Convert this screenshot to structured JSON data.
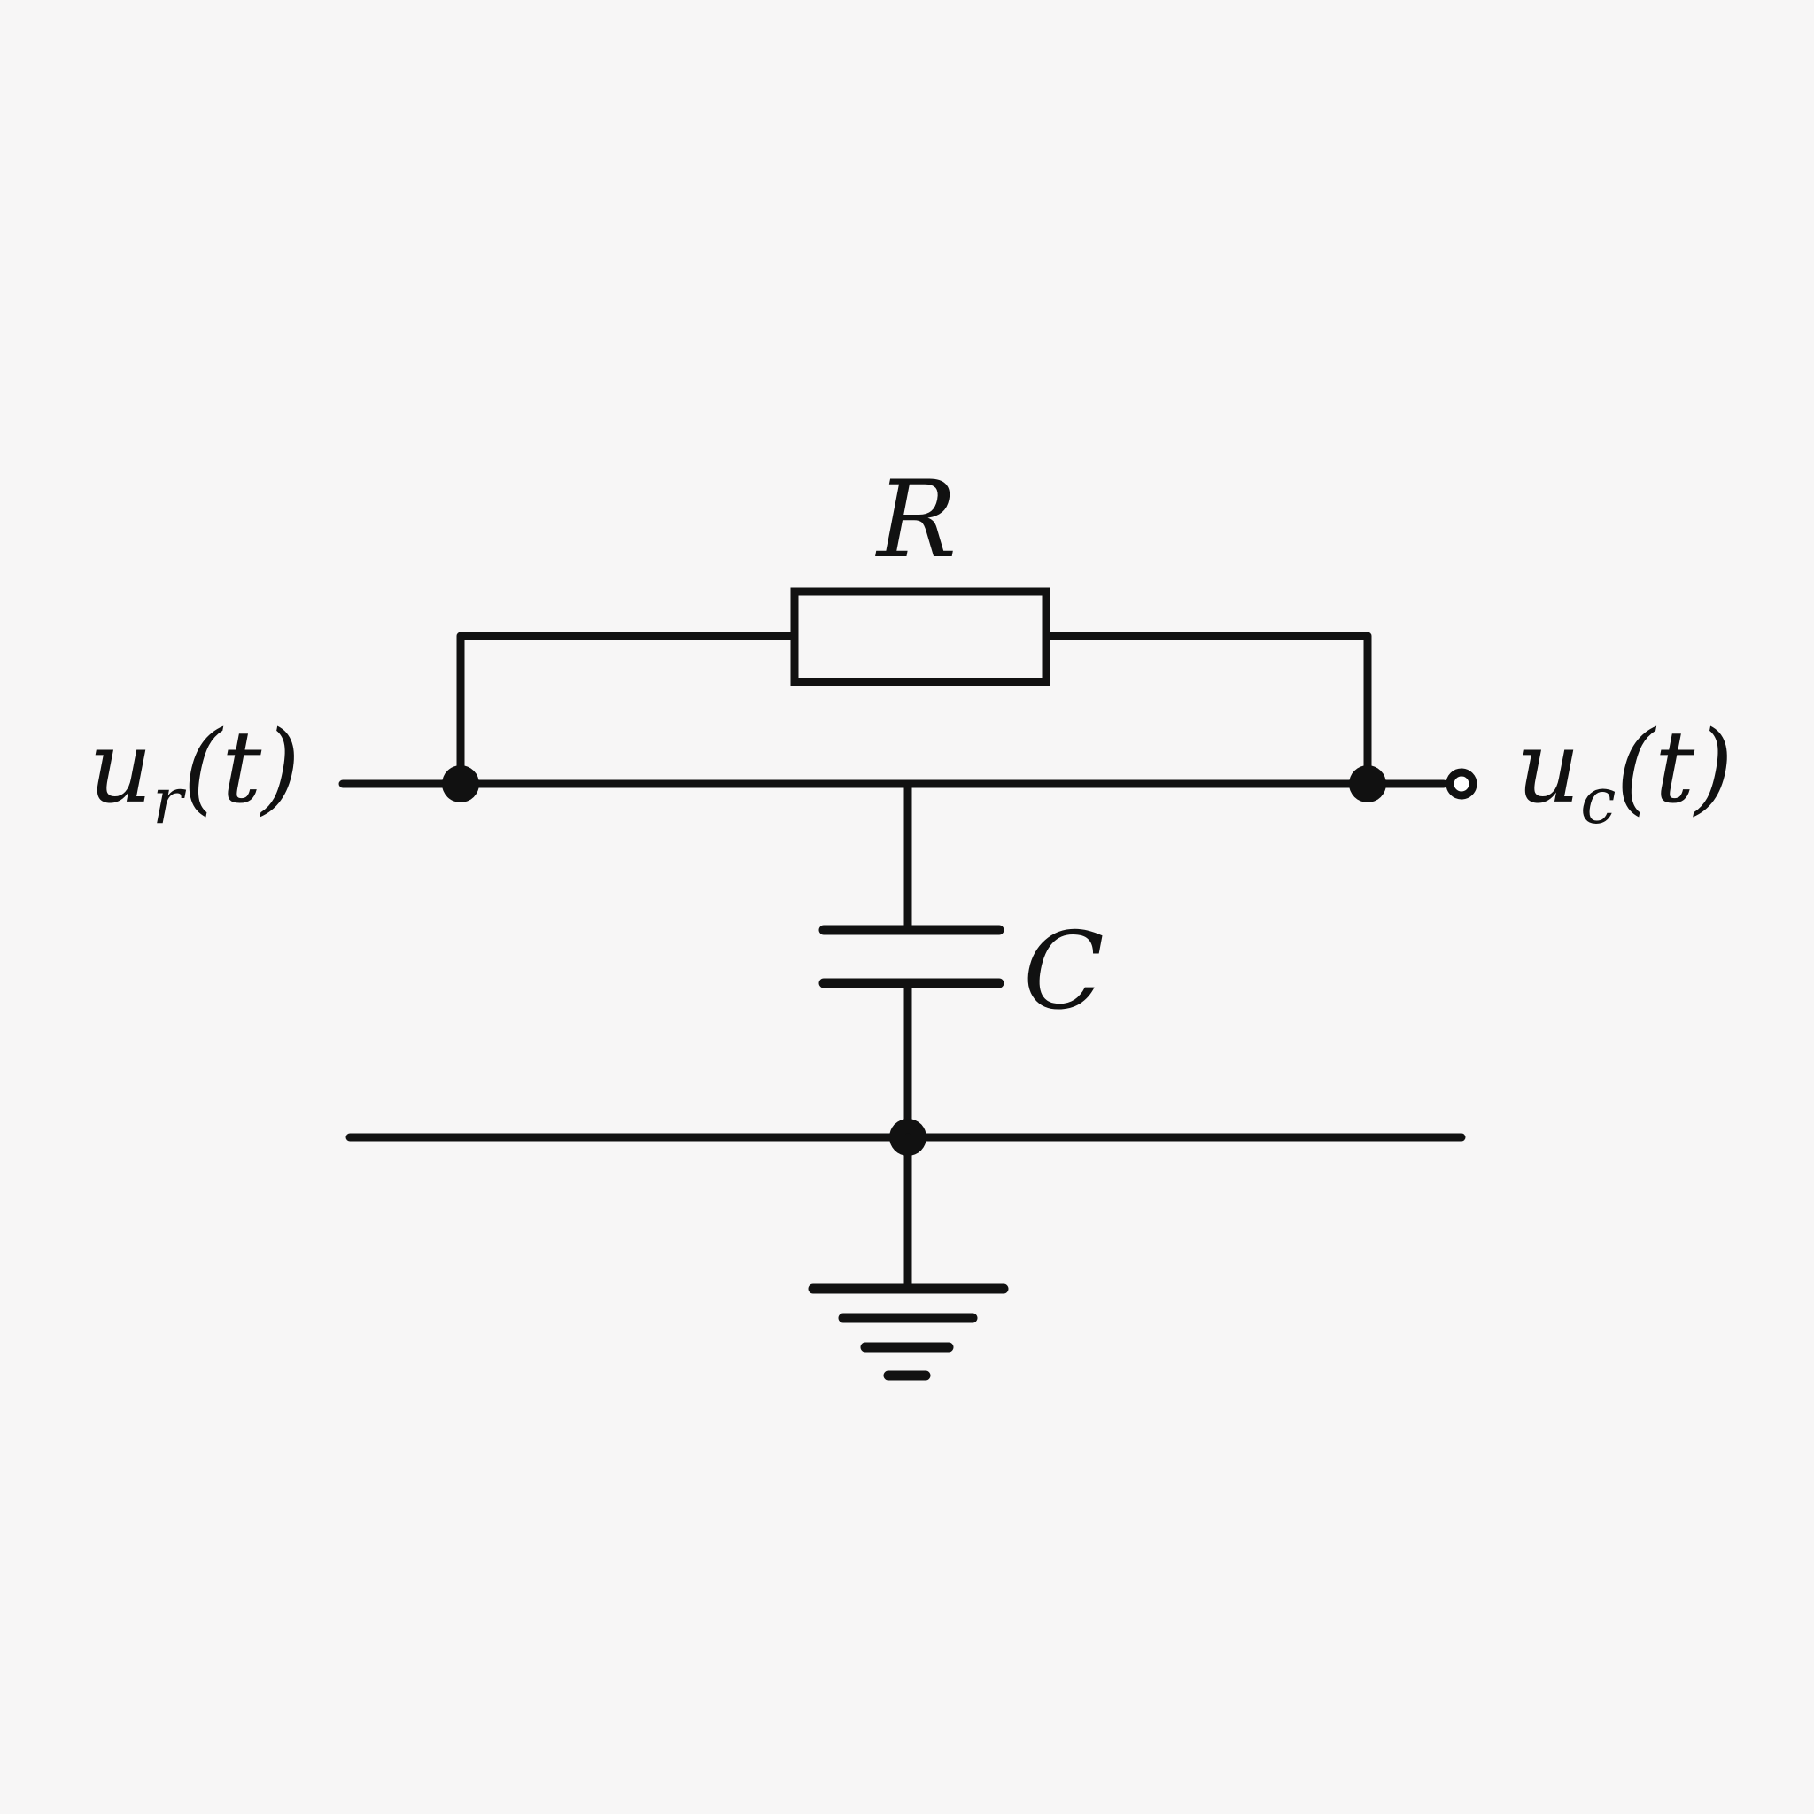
{
  "diagram": {
    "type": "RC circuit schematic",
    "input_label": {
      "symbol": "u",
      "subscript": "r",
      "argument": "(t)"
    },
    "output_label": {
      "symbol": "u",
      "subscript": "c",
      "argument": "(t)"
    },
    "resistor_label": "R",
    "capacitor_label": "C",
    "icons": {
      "ground": "ground-icon",
      "junction": "junction-dot",
      "terminal": "open-terminal"
    },
    "colors": {
      "ink": "#111111",
      "background": "#f7f6f6"
    }
  }
}
